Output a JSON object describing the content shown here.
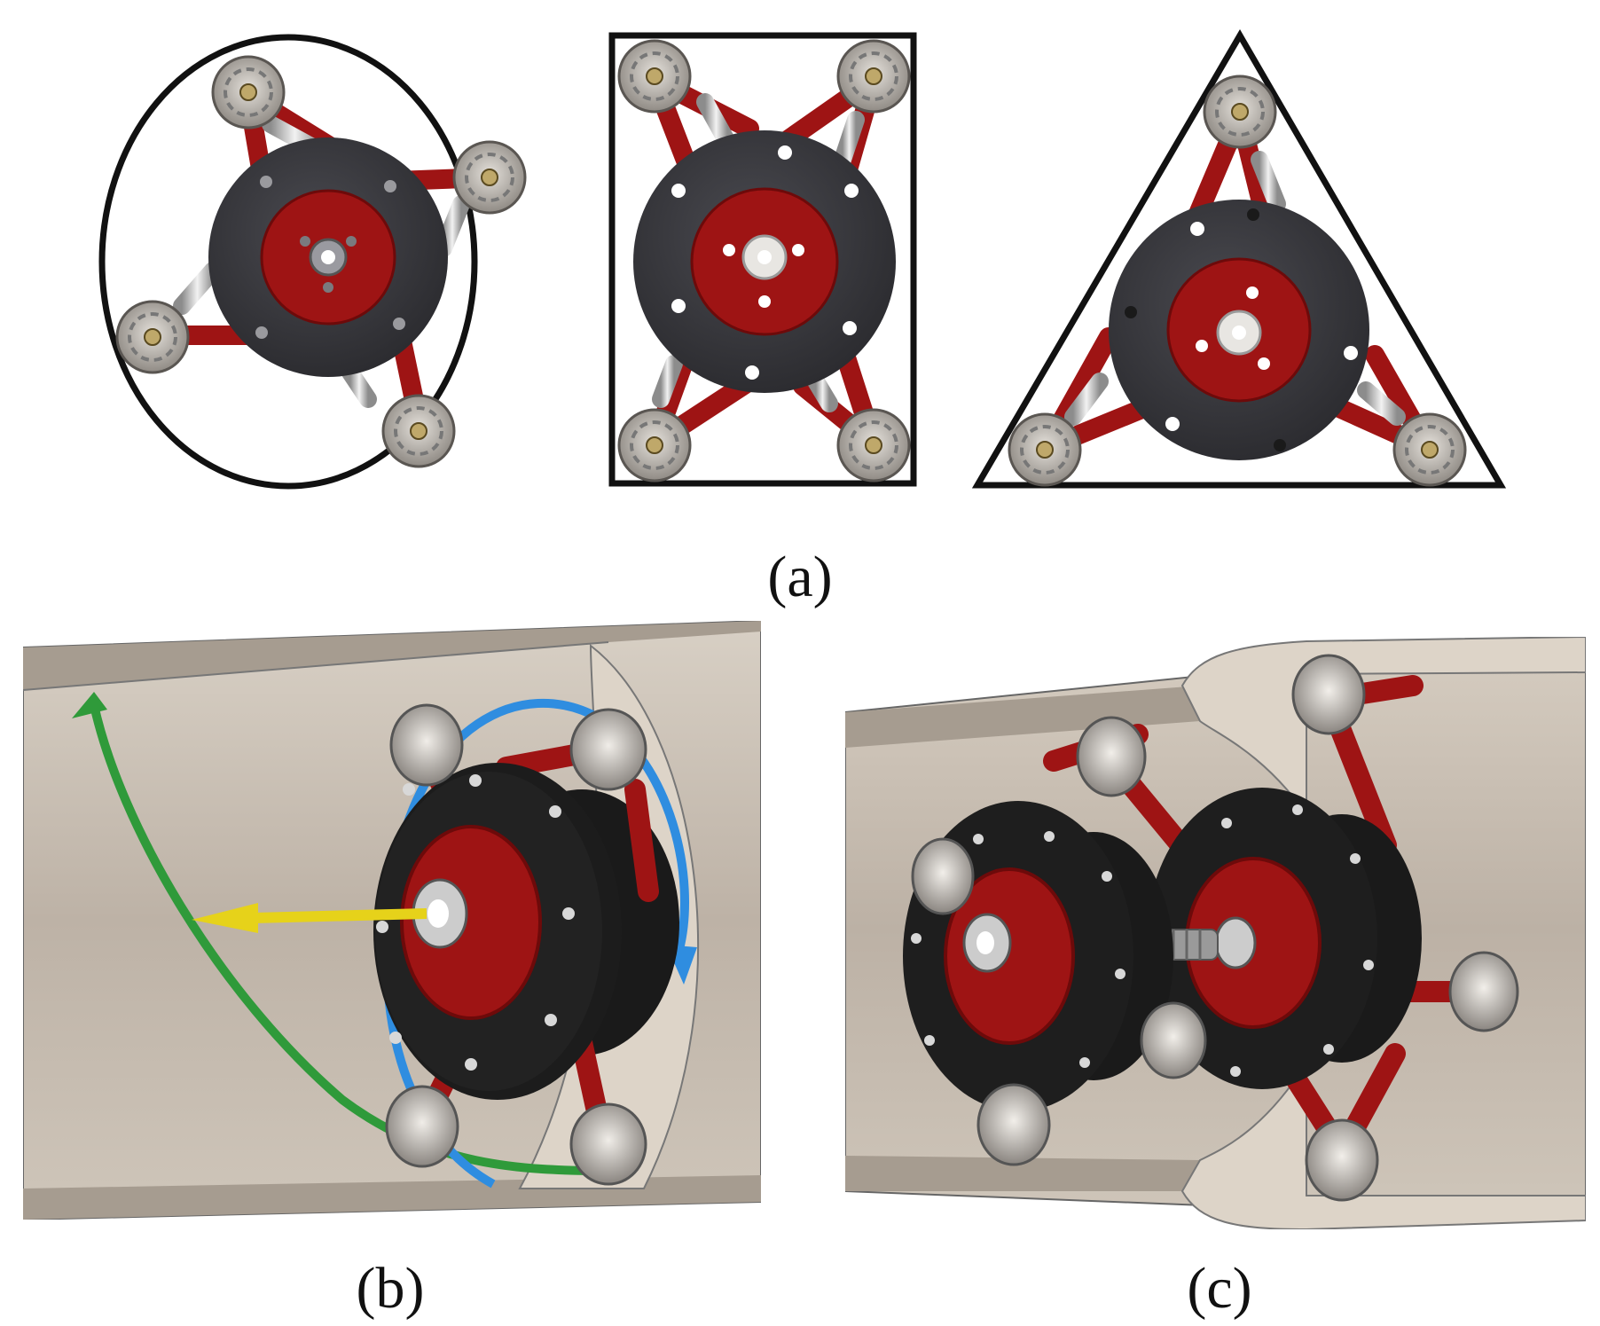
{
  "figure": {
    "panel_a": {
      "caption": "(a)",
      "shapes": [
        "circle",
        "rectangle",
        "triangle"
      ]
    },
    "panel_b": {
      "caption": "(b)"
    },
    "panel_c": {
      "caption": "(c)"
    }
  },
  "colors": {
    "robot_red": "#9e1414",
    "robot_red_dark": "#6d0a0a",
    "disc_dark": "#3a3a3e",
    "wheel_grey": "#cfcac4",
    "pipe_tan": "#c9bfb3",
    "pipe_dark": "#a39a8e",
    "arrow_yellow": "#e6d21a",
    "arrow_blue": "#2f8de0",
    "arrow_green": "#2f9a3a"
  }
}
